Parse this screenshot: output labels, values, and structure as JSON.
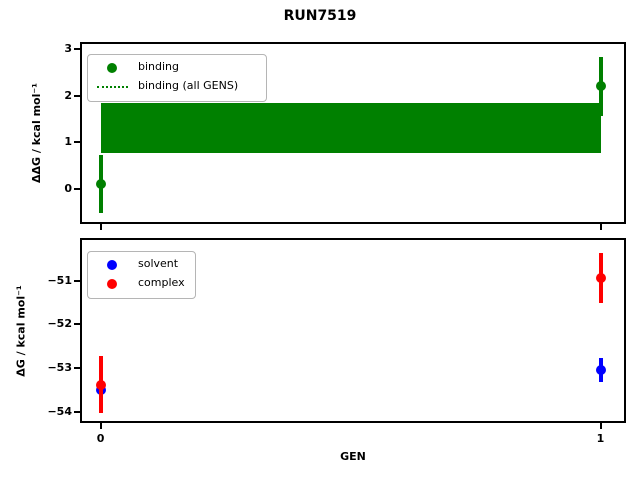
{
  "figure": {
    "title": "RUN7519"
  },
  "chart_data": [
    {
      "type": "scatter",
      "name": "ddg-binding-plot",
      "title": "",
      "ylabel": "ΔΔG / kcal mol⁻¹",
      "xlabel": "",
      "xlim": [
        -0.039,
        1.049
      ],
      "ylim": [
        -0.73,
        3.13
      ],
      "yticks": [
        3,
        2,
        1,
        0
      ],
      "xticks": [
        0,
        1
      ],
      "show_xtick_labels": false,
      "grid": false,
      "legend_position": "upper-left",
      "legend": [
        {
          "label": "binding",
          "handle": "marker",
          "color": "#008000"
        },
        {
          "label": "binding (all GENS)",
          "handle": "dotted-line",
          "color": "#008000"
        }
      ],
      "band": {
        "label": "binding (all GENS)",
        "x0": 0,
        "x1": 1,
        "y_low": 0.78,
        "y_high": 1.85,
        "center": 1.31,
        "color": "#008000"
      },
      "series": [
        {
          "name": "binding",
          "color": "#008000",
          "x": [
            0,
            1
          ],
          "y": [
            0.1,
            2.2
          ],
          "yerr": [
            0.62,
            0.64
          ]
        }
      ]
    },
    {
      "type": "scatter",
      "name": "dg-solvent-complex-plot",
      "title": "",
      "ylabel": "ΔG / kcal mol⁻¹",
      "xlabel": "GEN",
      "xlim": [
        -0.039,
        1.049
      ],
      "ylim": [
        -54.24,
        -50.04
      ],
      "yticks": [
        -51,
        -52,
        -53,
        -54
      ],
      "xticks": [
        0,
        1
      ],
      "show_xtick_labels": true,
      "grid": false,
      "legend_position": "upper-left",
      "legend": [
        {
          "label": "solvent",
          "handle": "marker",
          "color": "#0000ff"
        },
        {
          "label": "complex",
          "handle": "marker",
          "color": "#ff0000"
        }
      ],
      "series": [
        {
          "name": "solvent",
          "color": "#0000ff",
          "x": [
            0,
            1
          ],
          "y": [
            -53.5,
            -53.05
          ],
          "yerr": [
            0.25,
            0.28
          ]
        },
        {
          "name": "complex",
          "color": "#ff0000",
          "x": [
            0,
            1
          ],
          "y": [
            -53.38,
            -50.93
          ],
          "yerr": [
            0.65,
            0.57
          ]
        }
      ]
    }
  ]
}
